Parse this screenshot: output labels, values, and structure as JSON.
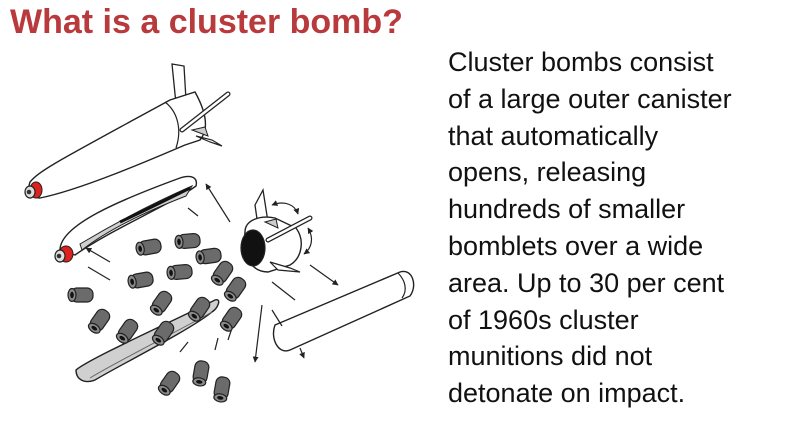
{
  "slide": {
    "title": "What is a cluster bomb?",
    "body_lines": [
      "Cluster bombs consist",
      "of a large outer canister",
      "that automatically",
      "opens, releasing",
      "hundreds of smaller",
      "bomblets over a wide",
      "area. Up to 30 per cent",
      "of 1960s cluster",
      "munitions did not",
      "detonate on impact."
    ],
    "illustration": {
      "subject": "exploded-cluster-bomb-diagram",
      "colors": {
        "title": "#b83a3c",
        "nose_ring": "#e0201c",
        "bomblet": "#6b6b6b",
        "panel_shade": "#d0d0d0",
        "outline": "#222222"
      }
    }
  }
}
